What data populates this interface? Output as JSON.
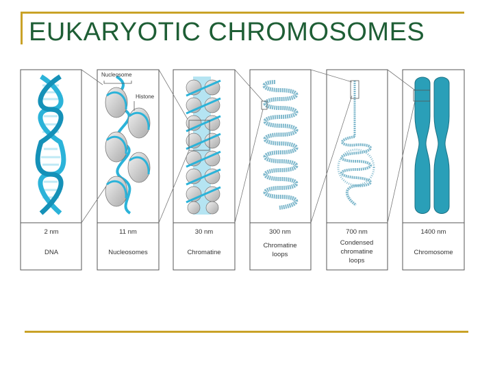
{
  "title": "EUKARYOTIC CHROMOSOMES",
  "colors": {
    "frame": "#c9a227",
    "title": "#1e5e35",
    "dna": "#2bb3d9",
    "panel_border": "#555555"
  },
  "callouts": {
    "nucleosome": "Nucleosome",
    "histone": "Histone"
  },
  "panels": [
    {
      "size": "2 nm",
      "name_lines": [
        "DNA"
      ]
    },
    {
      "size": "11 nm",
      "name_lines": [
        "Nucleosomes"
      ]
    },
    {
      "size": "30 nm",
      "name_lines": [
        "Chromatine"
      ]
    },
    {
      "size": "300 nm",
      "name_lines": [
        "Chromatine",
        "loops"
      ]
    },
    {
      "size": "700 nm",
      "name_lines": [
        "Condensed",
        "chromatine",
        "loops"
      ]
    },
    {
      "size": "1400 nm",
      "name_lines": [
        "Chromosome"
      ]
    }
  ]
}
